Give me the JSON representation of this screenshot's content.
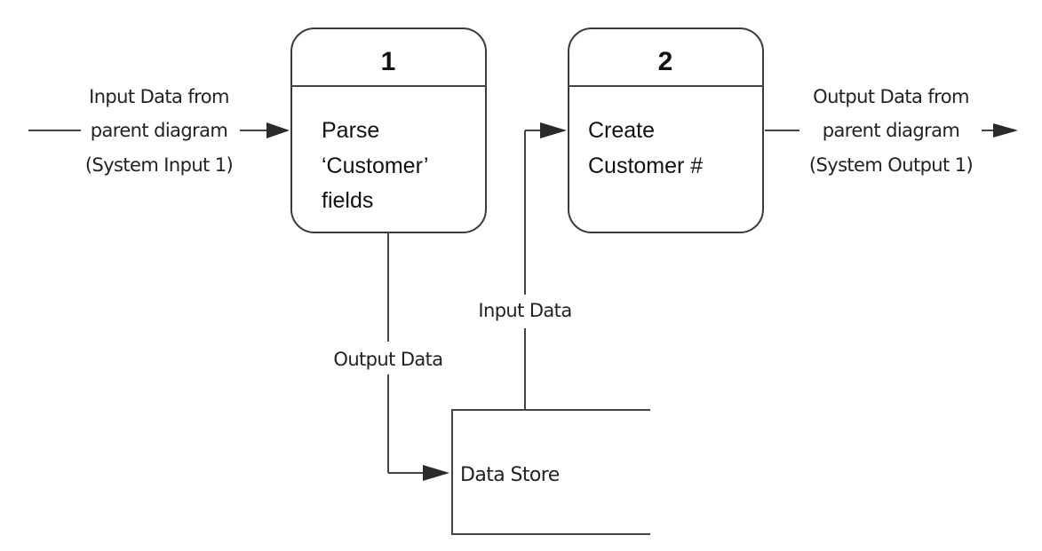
{
  "processes": [
    {
      "id": "1",
      "lines": [
        "Parse",
        "‘Customer’",
        "fields"
      ]
    },
    {
      "id": "2",
      "lines": [
        "Create",
        "Customer #"
      ]
    }
  ],
  "data_store": {
    "label": "Data Store"
  },
  "flows": {
    "system_input": [
      "Input Data from",
      "parent diagram",
      "(System Input 1)"
    ],
    "system_output": [
      "Output Data from",
      "parent diagram",
      "(System Output 1)"
    ],
    "process1_to_store": "Output Data",
    "store_to_process2": "Input Data"
  },
  "colors": {
    "stroke": "#444444",
    "arrowhead": "#2a2a2a",
    "text": "#222222"
  }
}
